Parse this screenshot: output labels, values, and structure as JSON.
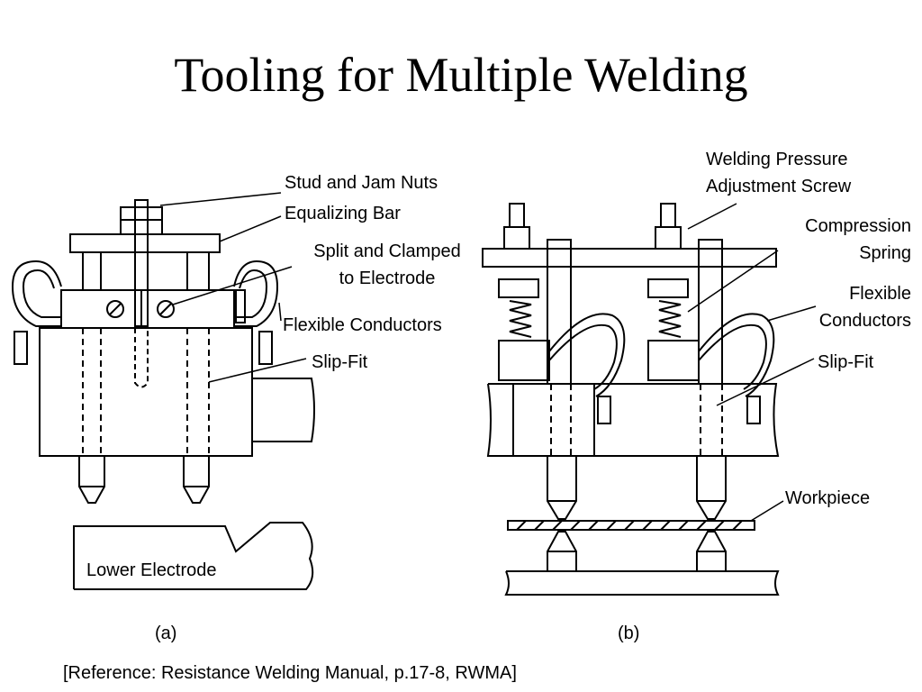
{
  "title": "Tooling for Multiple Welding",
  "figure_a": {
    "caption": "(a)",
    "labels": {
      "stud_jam_nuts": "Stud and Jam Nuts",
      "equalizing_bar": "Equalizing Bar",
      "split_clamped_l1": "Split and Clamped",
      "split_clamped_l2": "to Electrode",
      "flexible_conductors": "Flexible Conductors",
      "slip_fit": "Slip-Fit",
      "lower_electrode": "Lower Electrode"
    }
  },
  "figure_b": {
    "caption": "(b)",
    "labels": {
      "pressure_l1": "Welding Pressure",
      "pressure_l2": "Adjustment Screw",
      "compression_l1": "Compression",
      "compression_l2": "Spring",
      "flexible_l1": "Flexible",
      "flexible_l2": "Conductors",
      "slip_fit": "Slip-Fit",
      "workpiece": "Workpiece"
    }
  },
  "reference": "[Reference: Resistance Welding Manual, p.17-8, RWMA]"
}
